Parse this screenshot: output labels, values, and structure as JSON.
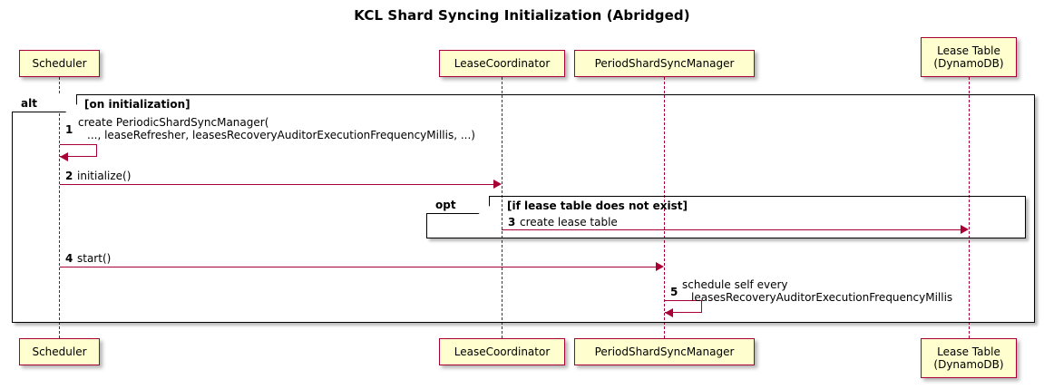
{
  "diagram": {
    "title": "KCL Shard Syncing Initialization (Abridged)",
    "type": "uml-sequence-diagram"
  },
  "participants": [
    {
      "id": "scheduler",
      "label": "Scheduler",
      "line2": ""
    },
    {
      "id": "leasecoordinator",
      "label": "LeaseCoordinator",
      "line2": ""
    },
    {
      "id": "periodshardsyncmanager",
      "label": "PeriodShardSyncManager",
      "line2": ""
    },
    {
      "id": "leasetable",
      "label": "Lease Table",
      "line2": "(DynamoDB)"
    }
  ],
  "fragments": [
    {
      "id": "alt",
      "label": "alt",
      "guard": "[on initialization]"
    },
    {
      "id": "opt",
      "label": "opt",
      "guard": "[if lease table does not exist]"
    }
  ],
  "messages": [
    {
      "num": "1",
      "line1": "create PeriodicShardSyncManager(",
      "line2": "..., leaseRefresher, leasesRecoveryAuditorExecutionFrequencyMillis, ...)",
      "from": "Scheduler",
      "to": "Scheduler",
      "kind": "self"
    },
    {
      "num": "2",
      "line1": "initialize()",
      "line2": "",
      "from": "Scheduler",
      "to": "LeaseCoordinator",
      "kind": "sync"
    },
    {
      "num": "3",
      "line1": "create lease table",
      "line2": "",
      "from": "LeaseCoordinator",
      "to": "Lease Table (DynamoDB)",
      "kind": "sync"
    },
    {
      "num": "4",
      "line1": "start()",
      "line2": "",
      "from": "Scheduler",
      "to": "PeriodShardSyncManager",
      "kind": "sync"
    },
    {
      "num": "5",
      "line1": "schedule self every",
      "line2": "leasesRecoveryAuditorExecutionFrequencyMillis",
      "from": "PeriodShardSyncManager",
      "to": "PeriodShardSyncManager",
      "kind": "self"
    }
  ],
  "colors": {
    "participant_fill": "#FEFECE",
    "participant_border": "#A80036",
    "arrow": "#A80036",
    "fragment_border": "#000000",
    "background": "#FFFFFF",
    "text": "#000000"
  }
}
